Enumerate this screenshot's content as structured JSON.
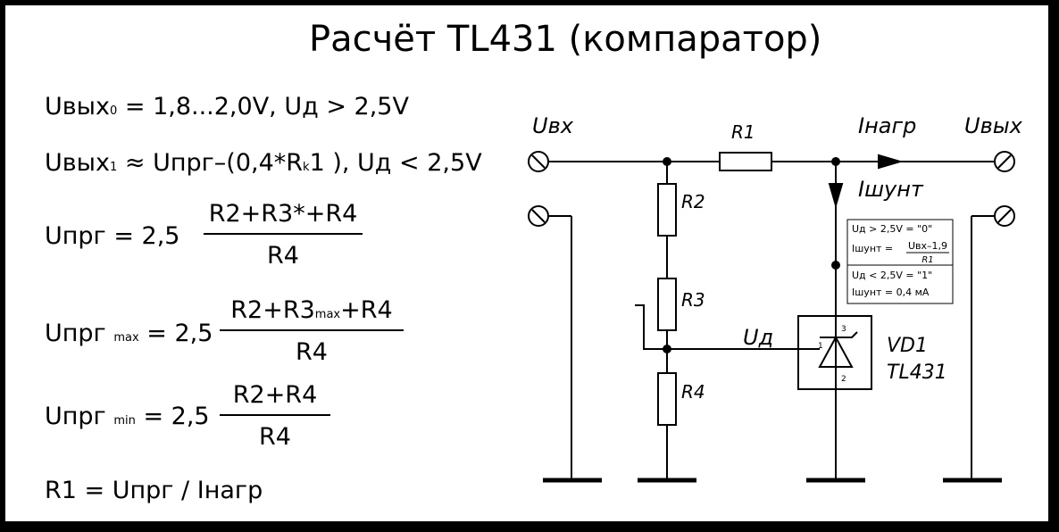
{
  "title": "Расчёт TL431 (компаратор)",
  "formulas": {
    "u0": {
      "lhs": "Uвых",
      "sub": "0",
      "rhs": "= 1,8...2,0V, Uд > 2,5V"
    },
    "u1": {
      "lhs": "Uвых",
      "sub": "1",
      "rhs_a": "≈ Uпрг–(0,4*R",
      "rhs_sub": "k",
      "rhs_b": "1 ), Uд < 2,5V"
    },
    "uprg": {
      "lhs": "Uпрг = 2,5",
      "num": "R2+R3*+R4",
      "den": "R4"
    },
    "uprg_max": {
      "lhs": "Uпрг",
      "sub": "max",
      "eq": "= 2,5",
      "num_a": "R2+R3",
      "num_sub": "max",
      "num_b": "+R4",
      "den": "R4"
    },
    "uprg_min": {
      "lhs": "Uпрг",
      "sub": "min",
      "eq": "= 2,5",
      "num": "R2+R4",
      "den": "R4"
    },
    "r1": "R1 = Uпрг / Iнагр"
  },
  "schematic": {
    "labels": {
      "uin": "Uвх",
      "uout": "Uвых",
      "r1": "R1",
      "r2": "R2",
      "r3": "R3",
      "r4": "R4",
      "iload": "Iнагр",
      "ishunt": "Iшунт",
      "ud": "Uд",
      "vd1": "VD1",
      "part": "TL431",
      "pin1": "1",
      "pin2": "2",
      "pin3": "3"
    },
    "note": {
      "line1": "Uд > 2,5V = \"0\"",
      "line2_lhs": "Iшунт =",
      "line2_num": "Uвх–1,9",
      "line2_den": "R1",
      "line3": "Uд < 2,5V = \"1\"",
      "line4": "Iшунт = 0,4 мА"
    }
  }
}
